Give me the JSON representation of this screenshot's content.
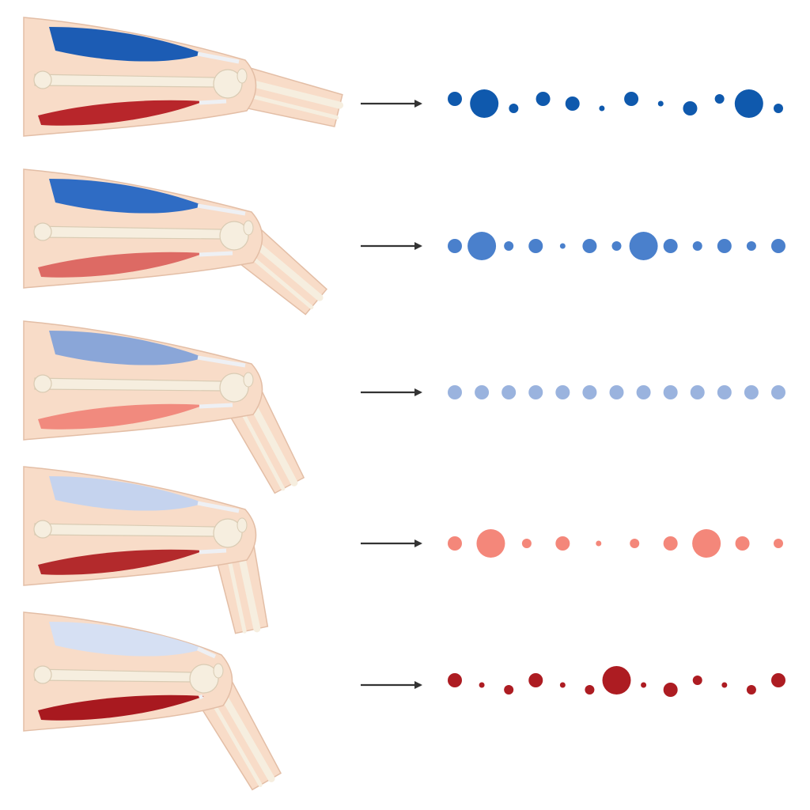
{
  "colors": {
    "background": "#ffffff",
    "skin": "#f8dcc8",
    "skin_outline": "#e3bea6",
    "bone": "#f6eedf",
    "bone_outline": "#d9cbb3",
    "tendon": "#eef0f4",
    "arrow": "#333333"
  },
  "panels": [
    {
      "id": "panel-1",
      "knee_state": "straight",
      "extensor_muscle_color": "#1c5cb4",
      "flexor_muscle_color": "#b8262b",
      "dot_color": "#0f59ad",
      "dot_sizes": [
        "medium",
        "large",
        "small",
        "medium",
        "medium",
        "tiny",
        "medium",
        "tiny",
        "medium",
        "small",
        "large",
        "small"
      ]
    },
    {
      "id": "panel-2",
      "knee_state": "slightly-bent",
      "extensor_muscle_color": "#2f6cc4",
      "flexor_muscle_color": "#dd6a64",
      "dot_color": "#4a80cc",
      "dot_sizes": [
        "medium",
        "large",
        "small",
        "medium",
        "tiny",
        "medium",
        "small",
        "large",
        "medium",
        "small",
        "medium",
        "small",
        "medium"
      ]
    },
    {
      "id": "panel-3",
      "knee_state": "bent",
      "extensor_muscle_color": "#8aa6d8",
      "flexor_muscle_color": "#f18a7e",
      "dot_color": "#9ab3de",
      "dot_sizes": [
        "medium",
        "medium",
        "medium",
        "medium",
        "medium",
        "medium",
        "medium",
        "medium",
        "medium",
        "medium",
        "medium",
        "medium",
        "medium"
      ]
    },
    {
      "id": "panel-4",
      "knee_state": "more-bent",
      "extensor_muscle_color": "#c5d3ee",
      "flexor_muscle_color": "#b32a2c",
      "dot_color": "#f4877a",
      "dot_sizes": [
        "medium",
        "large",
        "small",
        "medium",
        "tiny",
        "small",
        "medium",
        "large",
        "medium",
        "small"
      ]
    },
    {
      "id": "panel-5",
      "knee_state": "fully-bent",
      "extensor_muscle_color": "#d6e0f3",
      "flexor_muscle_color": "#a8191f",
      "dot_color": "#ad1c22",
      "dot_sizes": [
        "medium",
        "tiny",
        "small",
        "medium",
        "tiny",
        "small",
        "large",
        "tiny",
        "medium",
        "small",
        "tiny",
        "small",
        "medium"
      ]
    }
  ]
}
